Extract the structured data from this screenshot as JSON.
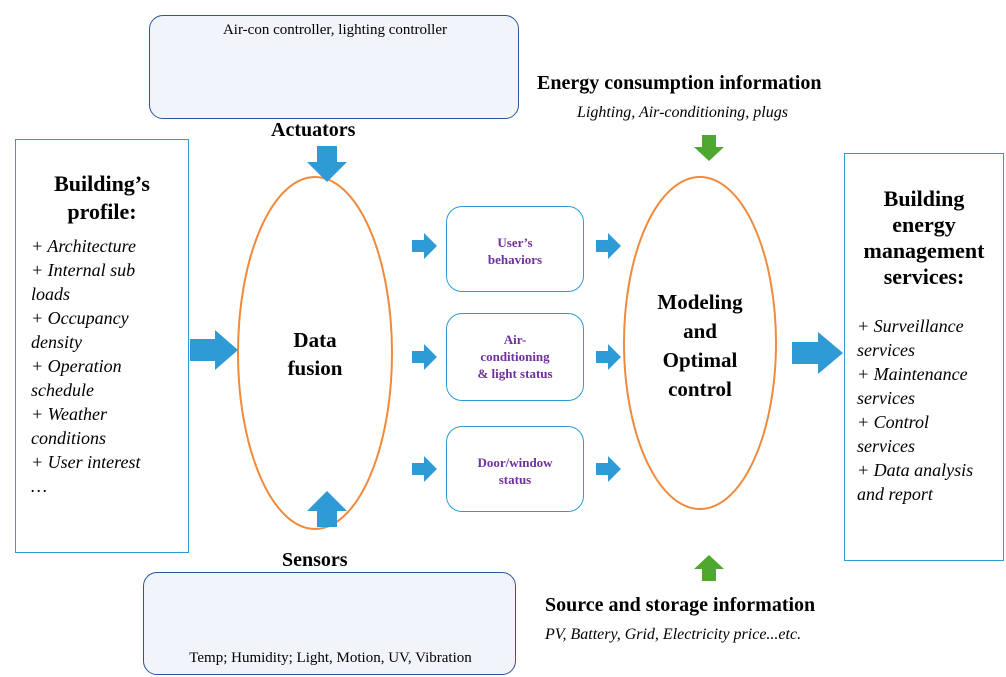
{
  "actuators_panel": {
    "caption": "Air-con controller, lighting controller"
  },
  "actuators_label": "Actuators",
  "sensors_panel": {
    "caption": "Temp; Humidity; Light, Motion, UV, Vibration"
  },
  "sensors_label": "Sensors",
  "energy_info": {
    "title": "Energy consumption information",
    "subtitle": "Lighting, Air-conditioning, plugs"
  },
  "source_info": {
    "title": "Source and storage information",
    "subtitle": "PV, Battery, Grid, Electricity price...etc."
  },
  "building_profile": {
    "title_line1": "Building’s",
    "title_line2": "profile:",
    "items": [
      "+ Architecture",
      "+ Internal sub",
      "loads",
      "+ Occupancy",
      "density",
      "+ Operation",
      "schedule",
      "+ Weather",
      "conditions",
      "+ User interest",
      "…"
    ]
  },
  "data_fusion": {
    "line1": "Data",
    "line2": "fusion"
  },
  "middle_boxes": {
    "users_line1": "User’s",
    "users_line2": "behaviors",
    "air_line1": "Air-",
    "air_line2": "conditioning",
    "air_line3": "& light status",
    "door_line1": "Door/window",
    "door_line2": "status"
  },
  "modeling": {
    "line1": "Modeling",
    "line2": "and",
    "line3": "Optimal",
    "line4": "control"
  },
  "services": {
    "title_line1": "Building",
    "title_line2": "energy",
    "title_line3": "management",
    "title_line4": "services:",
    "items": [
      "+ Surveillance",
      "services",
      "+ Maintenance",
      "services",
      "+ Control",
      "services",
      "+ Data analysis",
      "and report"
    ]
  },
  "colors": {
    "box_border": "#2e9bd6",
    "blue_arrow": "#2e9bd6",
    "green_arrow": "#4ea72e",
    "ellipse": "#f08a3c",
    "purple_text": "#7030a0",
    "panel_border": "#2f5597",
    "panel_fill": "#f1f5fb"
  },
  "icons": [
    "air-con-controller-icon",
    "lighting-controller-icon",
    "sensor-hub-icon",
    "door-sensor-icon",
    "motion-sensor-icon"
  ]
}
